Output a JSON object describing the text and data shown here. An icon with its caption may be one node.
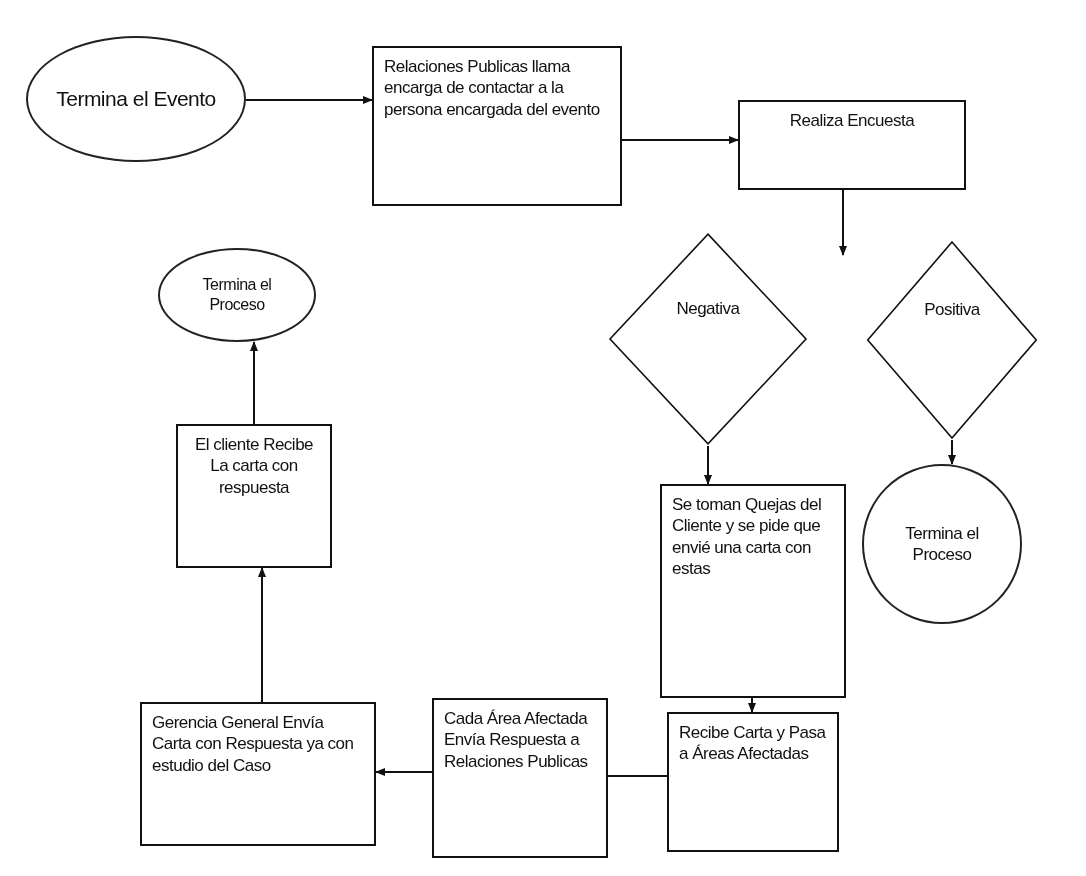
{
  "diagram": {
    "nodes": [
      {
        "text": [
          "Termina el Evento"
        ]
      },
      {
        "text": [
          "Relaciones Publicas llama encarga de contactar a la persona encargada del evento"
        ]
      },
      {
        "text": [
          "Realiza Encuesta"
        ]
      },
      {
        "text": [
          "Negativa"
        ]
      },
      {
        "text": [
          "Positiva"
        ]
      },
      {
        "text": [
          "Se toman Quejas del Cliente y se pide que envié una carta con estas"
        ]
      },
      {
        "text": [
          "Termina el Proceso"
        ]
      },
      {
        "text": [
          "Recibe Carta y Pasa a Áreas Afectadas"
        ]
      },
      {
        "text": [
          "Cada Área Afectada Envía Respuesta a Relaciones Publicas"
        ]
      },
      {
        "text": [
          "Gerencia General Envía Carta con Respuesta ya con estudio del Caso"
        ]
      },
      {
        "text": [
          "El cliente Recibe La carta con respuesta"
        ]
      },
      {
        "text": [
          "Termina el Proceso"
        ]
      }
    ],
    "edges": [
      {
        "from": 0,
        "to": 1,
        "arrow": "to"
      },
      {
        "from": 1,
        "to": 2,
        "arrow": "to"
      },
      {
        "from": 2,
        "to": null,
        "arrow": "to"
      },
      {
        "from": 3,
        "to": 5,
        "arrow": "to"
      },
      {
        "from": 4,
        "to": 6,
        "arrow": "to"
      },
      {
        "from": 5,
        "to": 7,
        "arrow": "to"
      },
      {
        "from": 7,
        "to": 8,
        "arrow": "none"
      },
      {
        "from": 8,
        "to": 9,
        "arrow": "to"
      },
      {
        "from": 9,
        "to": 10,
        "arrow": "to"
      },
      {
        "from": 10,
        "to": 11,
        "arrow": "to"
      }
    ]
  }
}
